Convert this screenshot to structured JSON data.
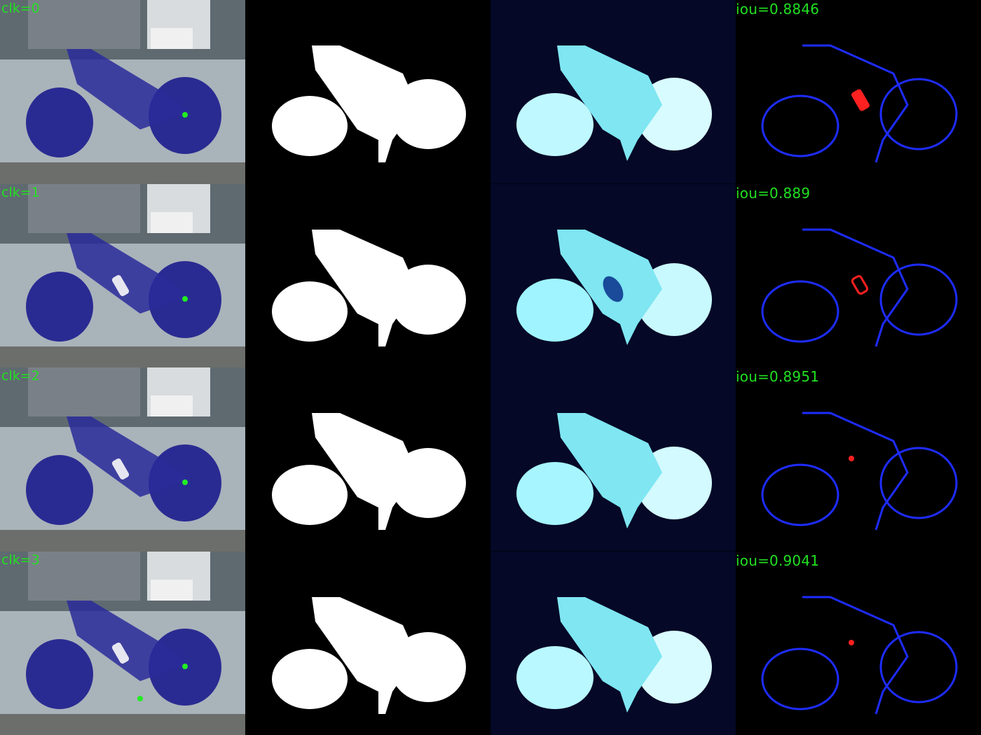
{
  "rows": [
    {
      "click_label": "clk=0",
      "iou_label": "iou=0.8846"
    },
    {
      "click_label": "clk=1",
      "iou_label": "iou=0.889"
    },
    {
      "click_label": "clk=2",
      "iou_label": "iou=0.8951"
    },
    {
      "click_label": "clk=3",
      "iou_label": "iou=0.9041"
    }
  ],
  "colors": {
    "label_green": "#22e022",
    "overlay_blue": "#1a1a9e",
    "mask_white": "#ffffff",
    "heat_cyan": "#9ff4ff",
    "error_blue": "#1e2cff",
    "error_red": "#ff2020",
    "click_dot_green": "#22ee22"
  },
  "columns": [
    "overlay-image",
    "binary-mask",
    "probability-heatmap",
    "error-map"
  ]
}
